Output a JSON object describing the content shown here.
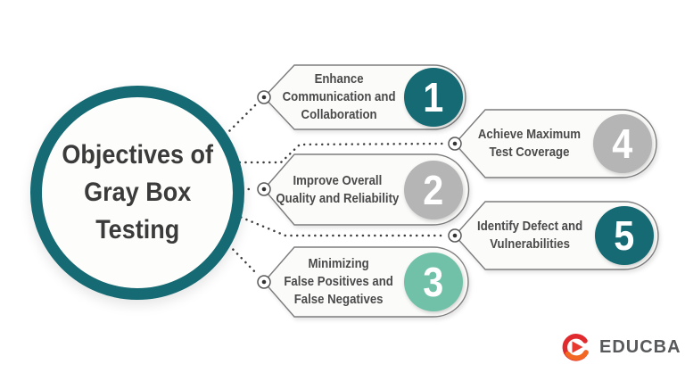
{
  "center": {
    "title": "Objectives of\nGray Box\nTesting"
  },
  "items": [
    {
      "number": "1",
      "label": "Enhance\nCommunication and\nCollaboration",
      "badge_color": "#156a73"
    },
    {
      "number": "2",
      "label": "Improve Overall\nQuality and Reliability",
      "badge_color": "#b5b5b5"
    },
    {
      "number": "3",
      "label": "Minimizing\nFalse Positives and\nFalse Negatives",
      "badge_color": "#70c1a7"
    },
    {
      "number": "4",
      "label": "Achieve Maximum\nTest Coverage",
      "badge_color": "#b5b5b5"
    },
    {
      "number": "5",
      "label": "Identify Defect and\nVulnerabilities",
      "badge_color": "#156a73"
    }
  ],
  "logo": {
    "text": "EDUCBA",
    "icon": "educba-e-play-icon",
    "brand_red": "#e02a2e",
    "brand_orange": "#f26822",
    "text_color": "#58595b"
  },
  "colors": {
    "teal": "#156a73",
    "gray": "#b5b5b5",
    "mint": "#70c1a7",
    "dotted_line": "#3f3f3f",
    "title_text": "#3b3b3b",
    "label_text": "#4a4a4a",
    "tag_fill": "#fbfbfa",
    "tag_stroke": "#7d7d7d",
    "background": "#ffffff"
  }
}
